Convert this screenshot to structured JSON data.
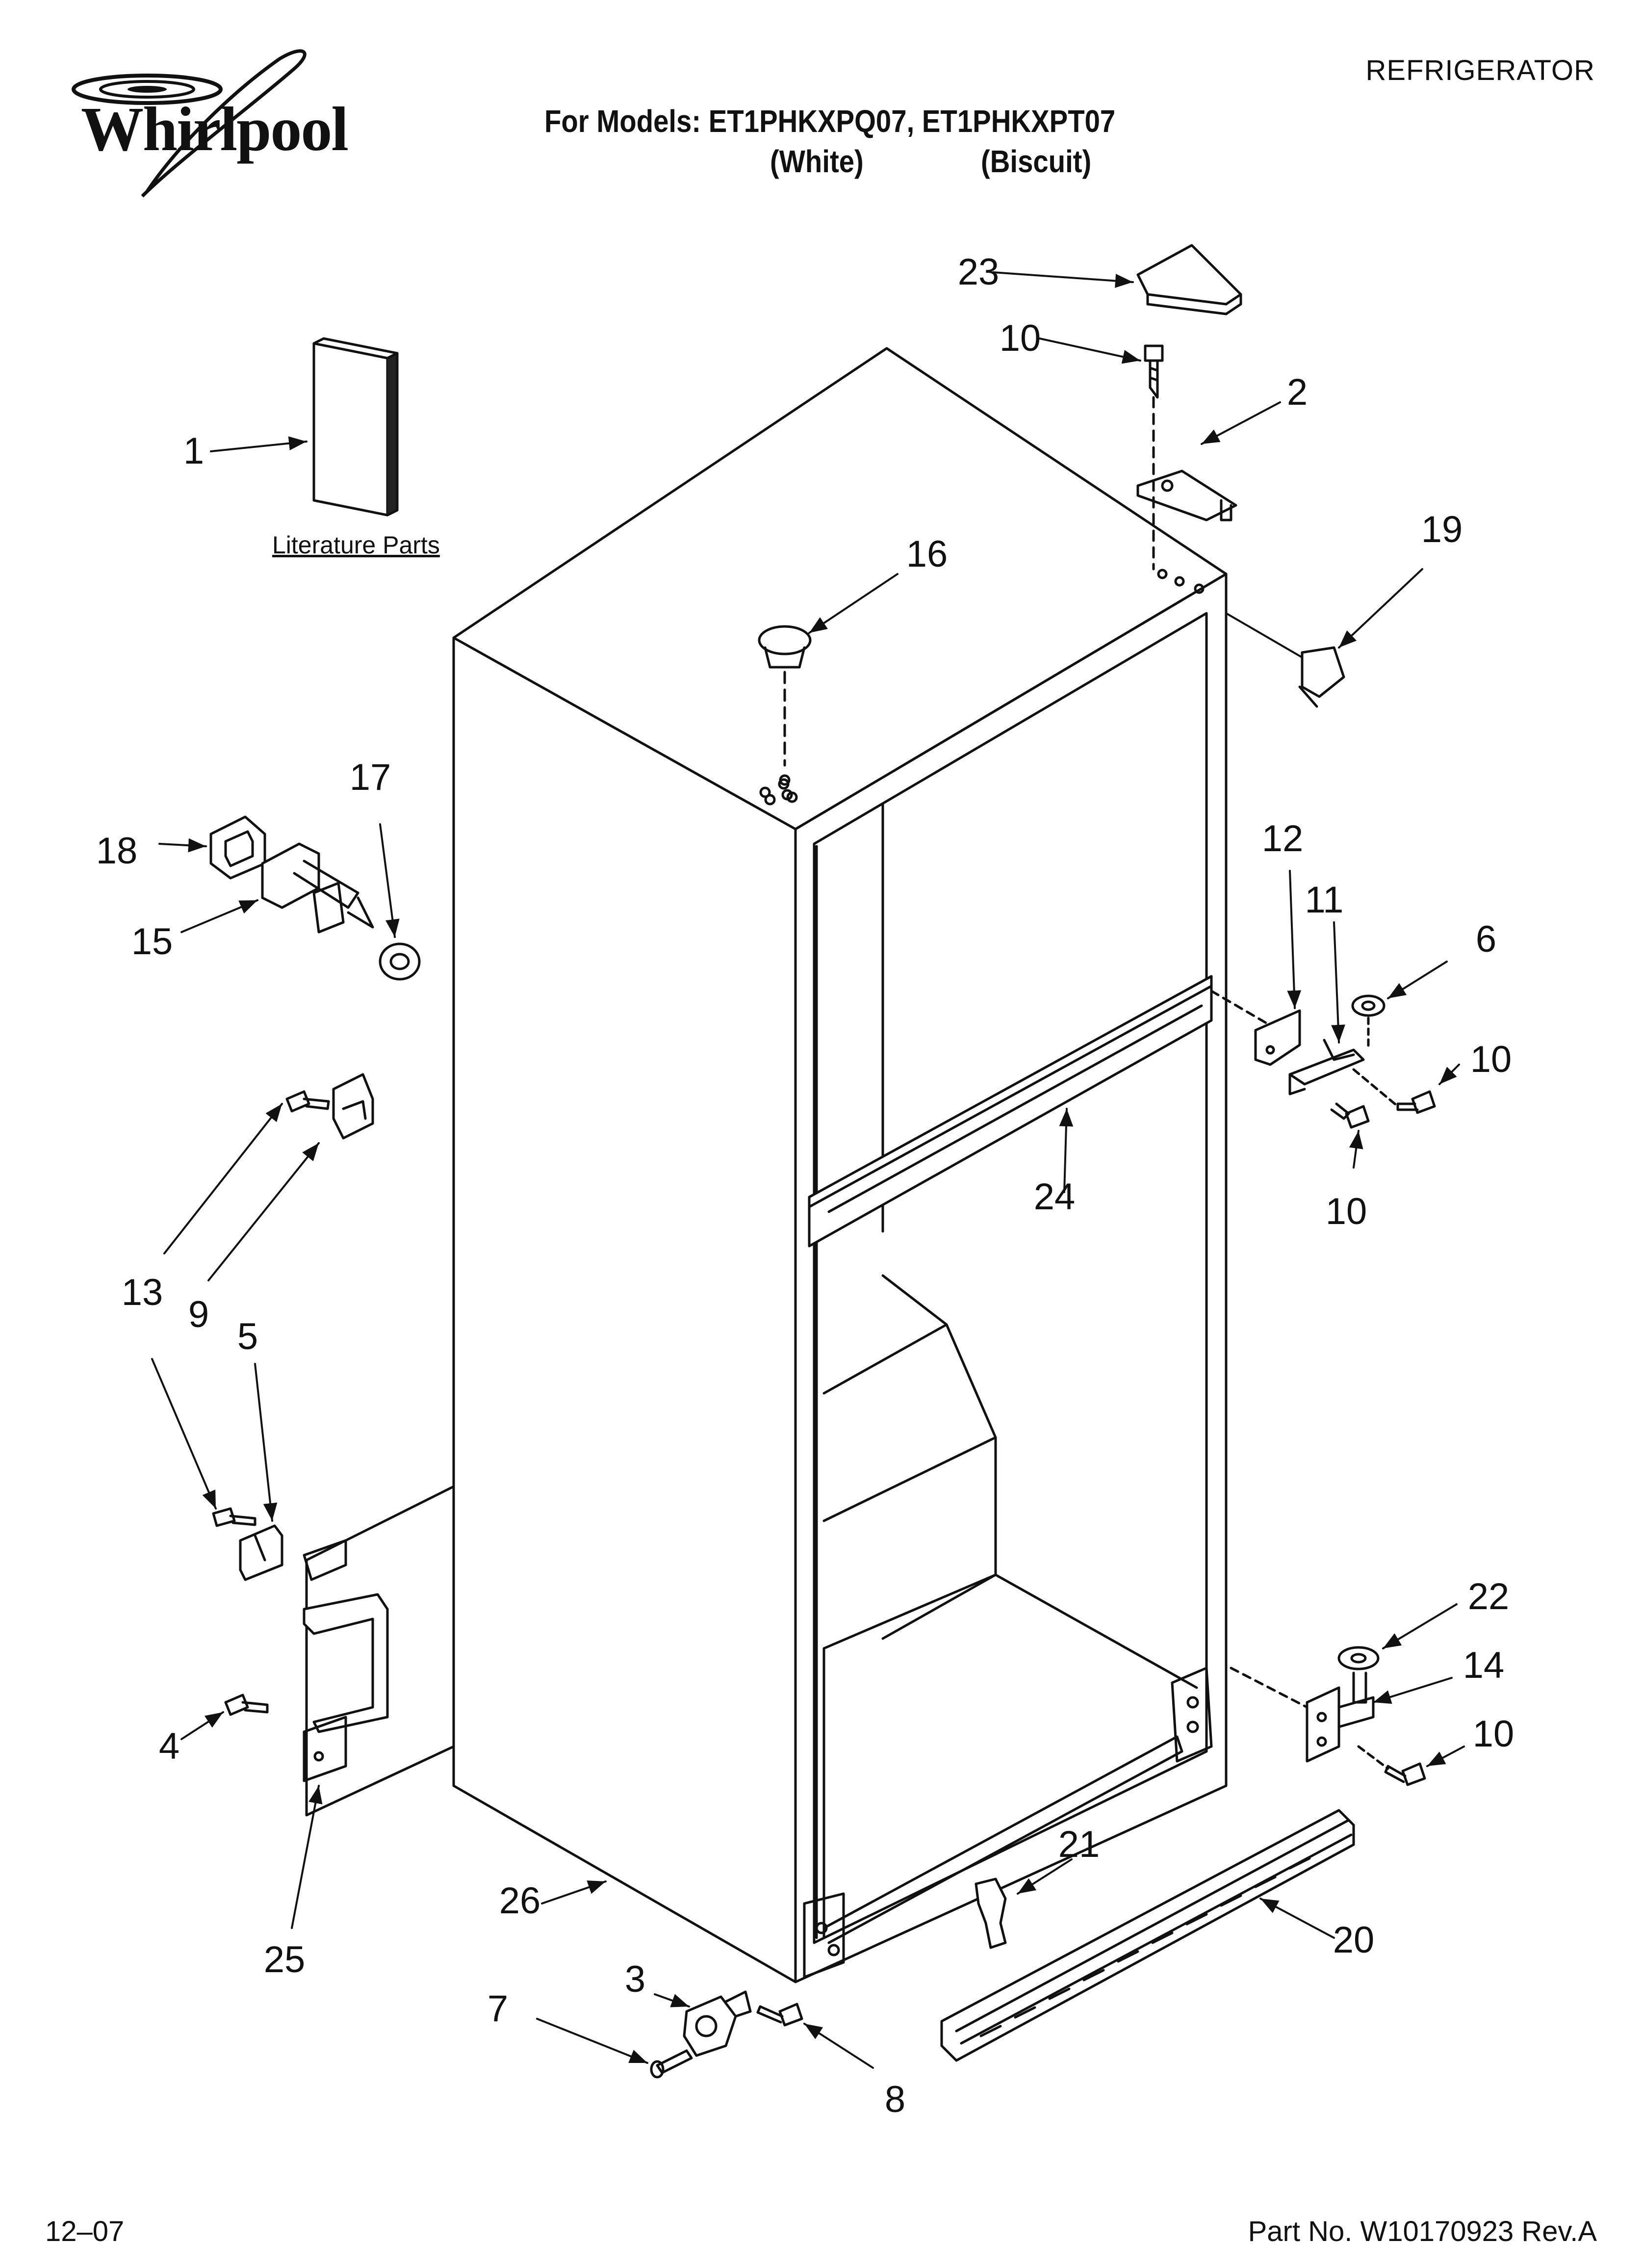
{
  "header": {
    "brand": "Whirlpool",
    "category": "REFRIGERATOR",
    "models_line": "For Models: ET1PHKXPQ07, ET1PHKXPT07",
    "color_white": "(White)",
    "color_biscuit": "(Biscuit)"
  },
  "diagram": {
    "literature_label": "Literature Parts",
    "callouts": {
      "c1": "1",
      "c2": "2",
      "c3": "3",
      "c4": "4",
      "c5": "5",
      "c6": "6",
      "c7": "7",
      "c8": "8",
      "c9": "9",
      "c10a": "10",
      "c10b": "10",
      "c10c": "10",
      "c10d": "10",
      "c11": "11",
      "c12": "12",
      "c13": "13",
      "c14": "14",
      "c15": "15",
      "c16": "16",
      "c17": "17",
      "c18": "18",
      "c19": "19",
      "c20": "20",
      "c21": "21",
      "c22": "22",
      "c23": "23",
      "c24": "24",
      "c25": "25",
      "c26": "26"
    }
  },
  "footer": {
    "date_code": "12–07",
    "part_no": "Part No. W10170923 Rev.A"
  },
  "colors": {
    "ink": "#111111",
    "paper": "#ffffff"
  }
}
